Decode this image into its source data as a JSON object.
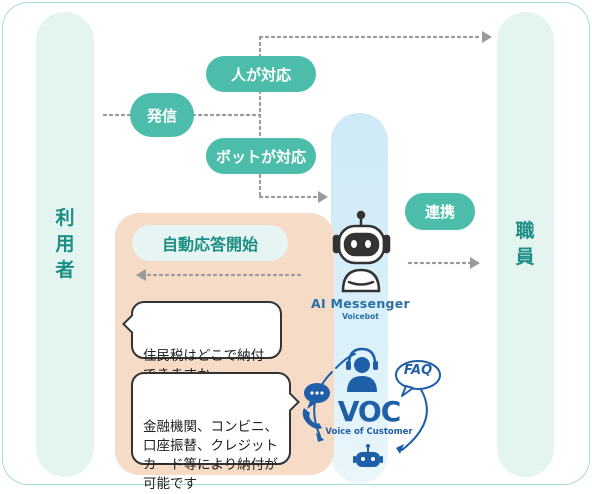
{
  "lanes": {
    "user_label": "利\n用\n者",
    "staff_label": "職\n員"
  },
  "pills": {
    "send": "発信",
    "human": "人が対応",
    "bot": "ボットが対応",
    "link": "連携"
  },
  "start": {
    "label": "自動応答開始"
  },
  "bubbles": {
    "question": "住民税はどこで納付\nできますか",
    "answer": "金融機関、コンビニ、\n口座振替、クレジット\nカード等により納付が\n可能です"
  },
  "bot": {
    "name": "AI Messenger",
    "sub": "Voicebot"
  },
  "voc": {
    "title": "VOC",
    "sub": "Voice of Customer",
    "faq": "FAQ"
  },
  "colors": {
    "teal": "#4cbcab",
    "teal_light": "#e3f4f1",
    "text_teal": "#1c8f84",
    "peach": "#f6dcc6",
    "bot_blue": "#cfe9f7",
    "voc_blue": "#1f5fa8",
    "dotted": "#9a9a9a"
  },
  "icons": {
    "robot": "robot-icon",
    "operator": "operator-headset-icon",
    "chat": "chat-bubble-icon",
    "faq": "faq-bubble-icon",
    "phone": "phone-icon",
    "small_robot": "robot-icon"
  }
}
